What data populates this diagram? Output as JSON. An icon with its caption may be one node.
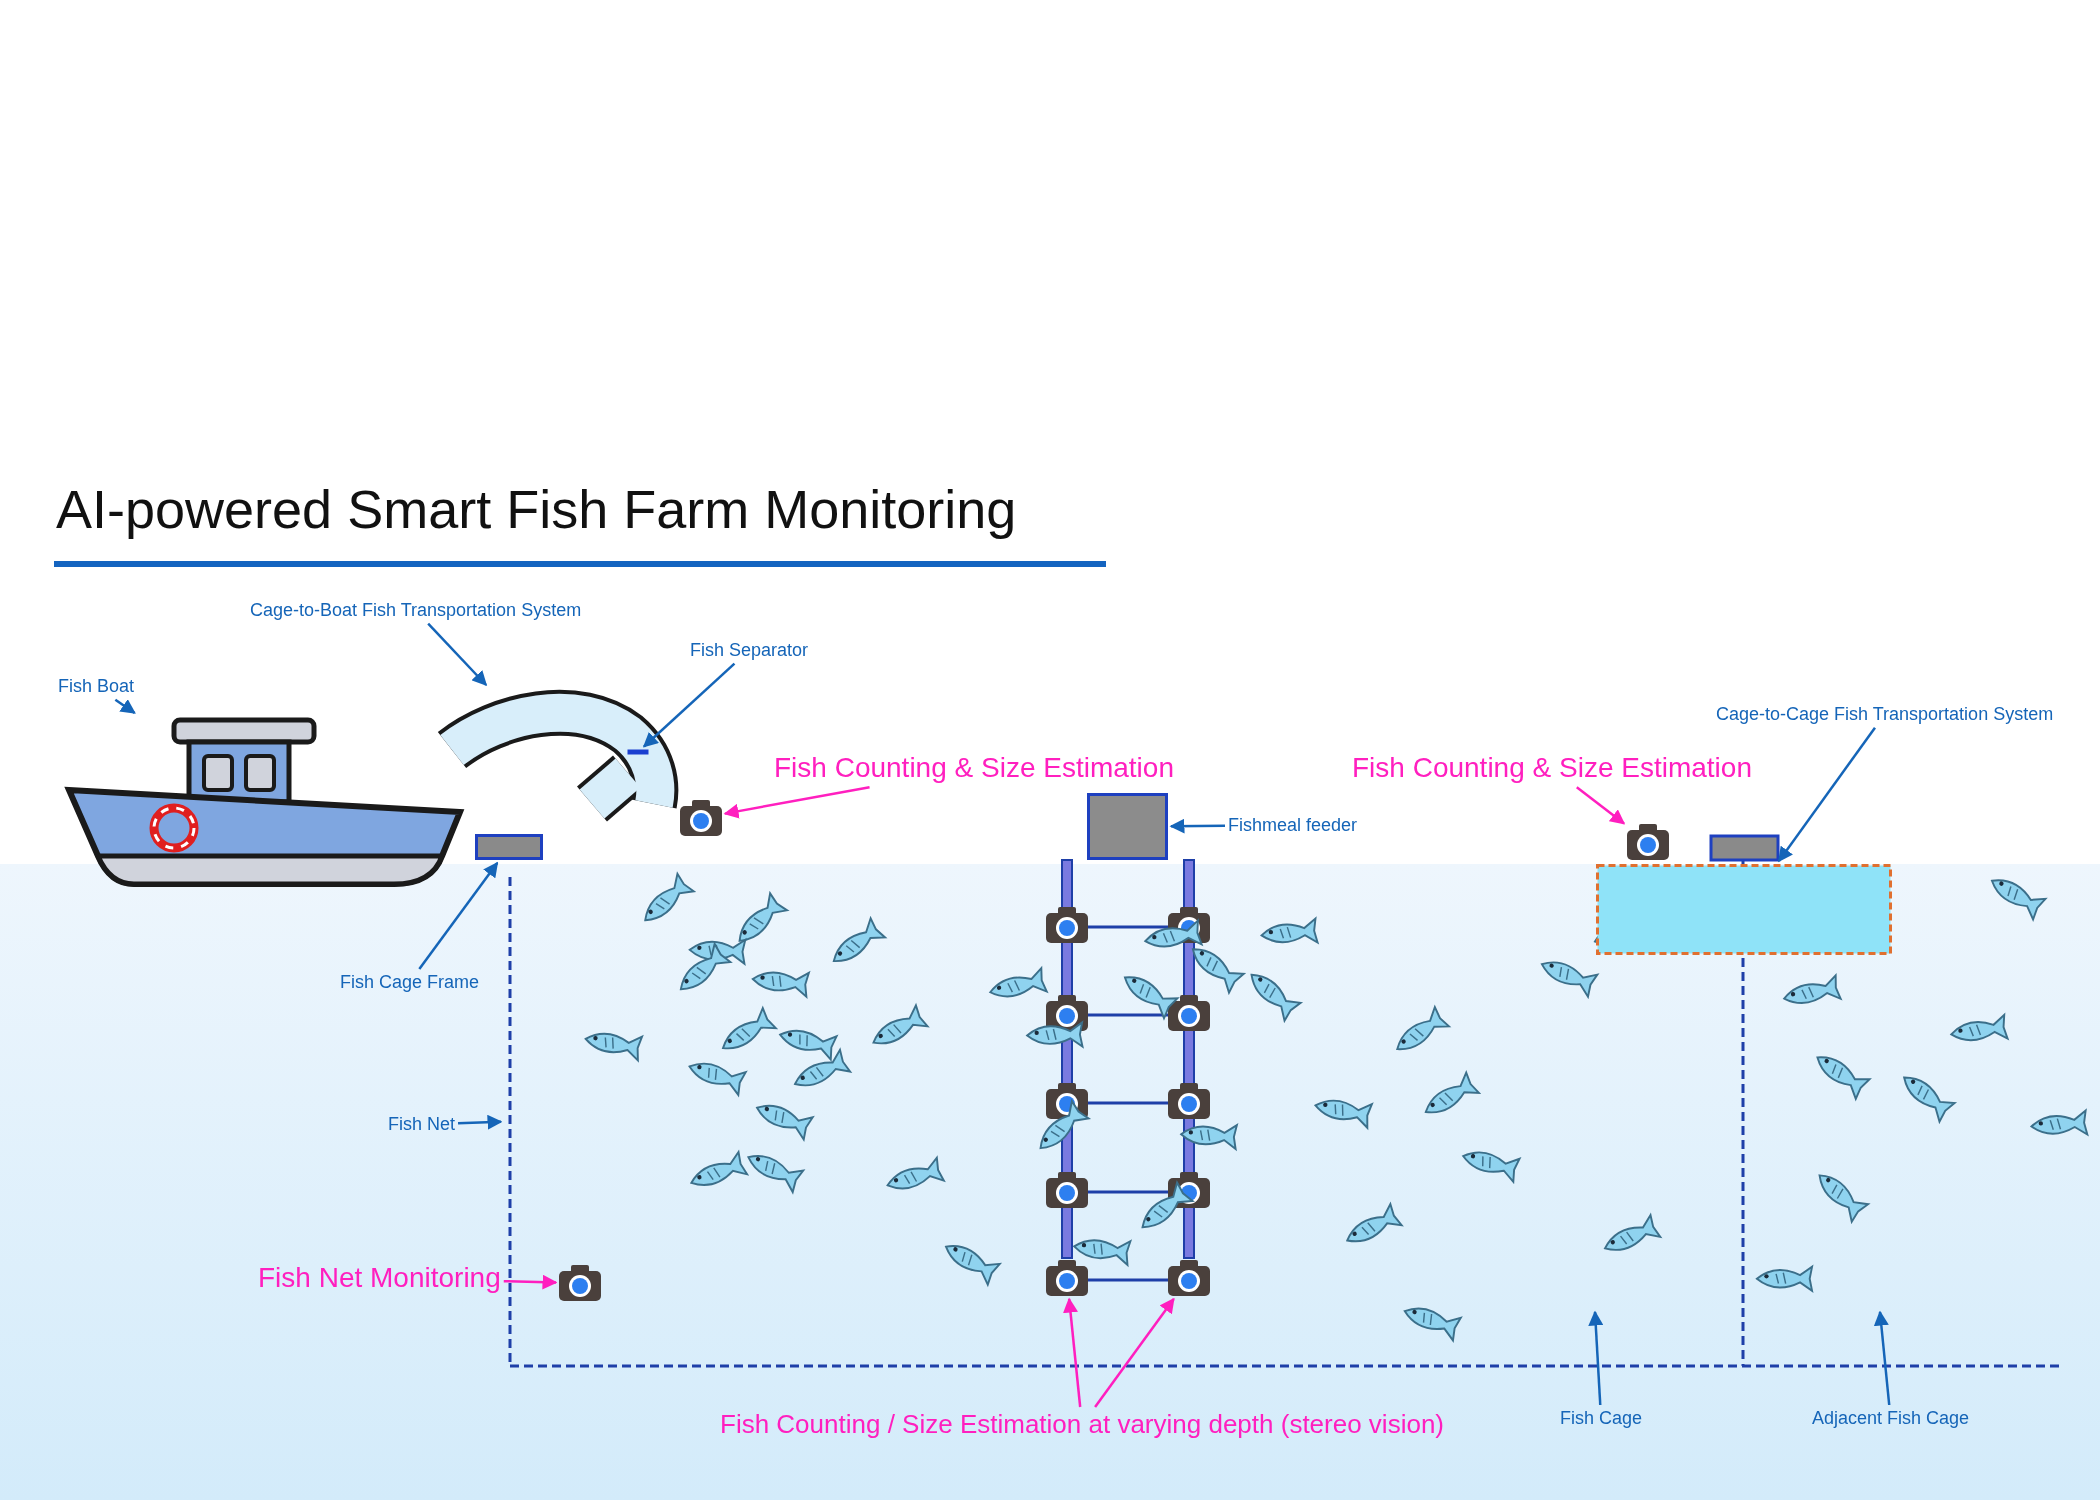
{
  "diagram": {
    "title": "AI-powered Smart Fish Farm Monitoring",
    "nodes": [
      {
        "text": [
          "Fish Boat"
        ]
      },
      {
        "text": [],
        "shape": "picture"
      },
      {
        "text": [
          "Cage-to-Boat Fish Transportation System"
        ]
      },
      {
        "text": [],
        "shape": "picture"
      },
      {
        "text": [
          "Fish Separator"
        ]
      },
      {
        "text": [],
        "shape": "bar",
        "in": 3
      },
      {
        "text": [
          "Fish Counting & Size Estimation"
        ]
      },
      {
        "text": [],
        "shape": "picture"
      },
      {
        "text": [
          "Fishmeal feeder"
        ]
      },
      {
        "text": [],
        "shape": "box"
      },
      {
        "text": [
          "Fish Counting & Size Estimation"
        ]
      },
      {
        "text": [],
        "shape": "picture"
      },
      {
        "text": [
          "Cage-to-Cage Fish Transportation System"
        ]
      },
      {
        "text": [],
        "shape": "box"
      },
      {
        "text": [
          "Fish Cage Frame"
        ]
      },
      {
        "text": [],
        "shape": "bar"
      },
      {
        "text": [
          "Fish Net"
        ]
      },
      {
        "text": [],
        "shape": "line"
      },
      {
        "text": [
          "Fish Net Monitoring"
        ]
      },
      {
        "text": [],
        "shape": "picture"
      },
      {
        "text": [
          "Fish Counting / Size Estimation at varying depth (stereo vision)"
        ]
      },
      {
        "text": [],
        "shape": "picture"
      },
      {
        "text": [],
        "shape": "picture"
      },
      {
        "text": [
          "Fish Cage"
        ]
      },
      {
        "text": [
          "Adjacent Fish Cage"
        ]
      }
    ],
    "edges": [
      {
        "from": 0,
        "to": 1,
        "arrow": "to"
      },
      {
        "from": 2,
        "to": 3,
        "arrow": "to"
      },
      {
        "from": 4,
        "to": 5,
        "arrow": "to"
      },
      {
        "from": 6,
        "to": 7,
        "arrow": "to",
        "color": "#ff1fbf"
      },
      {
        "from": 8,
        "to": 9,
        "arrow": "to"
      },
      {
        "from": 10,
        "to": 11,
        "arrow": "to",
        "color": "#ff1fbf"
      },
      {
        "from": 12,
        "to": 13,
        "arrow": "to"
      },
      {
        "from": 14,
        "to": 15,
        "arrow": "to"
      },
      {
        "from": 16,
        "to": 17,
        "arrow": "to"
      },
      {
        "from": 18,
        "to": 19,
        "arrow": "to",
        "color": "#ff1fbf"
      },
      {
        "from": 20,
        "to": 21,
        "arrow": "to",
        "color": "#ff1fbf"
      },
      {
        "from": 20,
        "to": 22,
        "arrow": "to",
        "color": "#ff1fbf"
      },
      {
        "from": 23,
        "to": null,
        "arrow": "to"
      },
      {
        "from": 24,
        "to": null,
        "arrow": "to"
      }
    ]
  }
}
